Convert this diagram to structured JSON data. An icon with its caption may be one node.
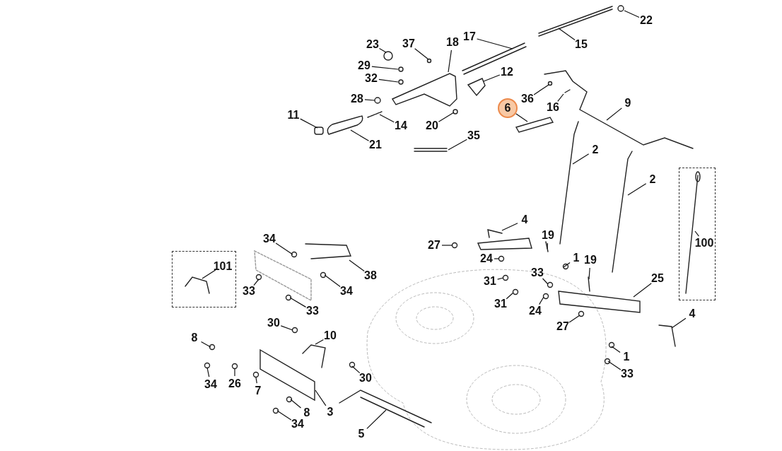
{
  "diagram": {
    "nodes": [
      {
        "text": [
          "22"
        ]
      },
      {
        "text": [
          "23"
        ]
      },
      {
        "text": [
          "37"
        ]
      },
      {
        "text": [
          "18"
        ]
      },
      {
        "text": [
          "17"
        ]
      },
      {
        "text": [
          "15"
        ]
      },
      {
        "text": [
          "12"
        ]
      },
      {
        "text": [
          "29"
        ]
      },
      {
        "text": [
          "32"
        ]
      },
      {
        "text": [
          "28"
        ]
      },
      {
        "text": [
          "36"
        ]
      },
      {
        "text": [
          "16"
        ]
      },
      {
        "text": [
          "9"
        ]
      },
      {
        "text": [
          "6"
        ]
      },
      {
        "text": [
          "11"
        ]
      },
      {
        "text": [
          "14"
        ]
      },
      {
        "text": [
          "20"
        ]
      },
      {
        "text": [
          "21"
        ]
      },
      {
        "text": [
          "35"
        ]
      },
      {
        "text": [
          "2"
        ]
      },
      {
        "text": [
          "2"
        ]
      },
      {
        "text": [
          "4"
        ]
      },
      {
        "text": [
          "19"
        ]
      },
      {
        "text": [
          "34"
        ]
      },
      {
        "text": [
          "27"
        ]
      },
      {
        "text": [
          "1"
        ]
      },
      {
        "text": [
          "19"
        ]
      },
      {
        "text": [],
        "shape": "box"
      },
      {
        "text": [
          "101"
        ],
        "in": 27
      },
      {
        "text": [],
        "shape": "box"
      },
      {
        "text": [
          "100"
        ],
        "in": 29
      },
      {
        "text": [
          "24"
        ]
      },
      {
        "text": [
          "31"
        ]
      },
      {
        "text": [
          "33"
        ]
      },
      {
        "text": [
          "38"
        ]
      },
      {
        "text": [
          "25"
        ]
      },
      {
        "text": [
          "33"
        ]
      },
      {
        "text": [
          "34"
        ]
      },
      {
        "text": [
          "31"
        ]
      },
      {
        "text": [
          "24"
        ]
      },
      {
        "text": [
          "33"
        ]
      },
      {
        "text": [
          "30"
        ]
      },
      {
        "text": [
          "4"
        ]
      },
      {
        "text": [
          "27"
        ]
      },
      {
        "text": [
          "8"
        ]
      },
      {
        "text": [
          "10"
        ]
      },
      {
        "text": [
          "1"
        ]
      },
      {
        "text": [
          "33"
        ]
      },
      {
        "text": [
          "34"
        ]
      },
      {
        "text": [
          "30"
        ]
      },
      {
        "text": [
          "26"
        ]
      },
      {
        "text": [
          "7"
        ]
      },
      {
        "text": [
          "8"
        ]
      },
      {
        "text": [
          "3"
        ]
      },
      {
        "text": [
          "34"
        ]
      },
      {
        "text": [
          "5"
        ]
      }
    ],
    "edges": [
      {
        "from": 0,
        "to": null,
        "arrow": "none"
      },
      {
        "from": 1,
        "to": null,
        "arrow": "none"
      },
      {
        "from": 2,
        "to": null,
        "arrow": "none"
      },
      {
        "from": 3,
        "to": null,
        "arrow": "none"
      },
      {
        "from": 4,
        "to": null,
        "arrow": "none"
      },
      {
        "from": 5,
        "to": null,
        "arrow": "none"
      },
      {
        "from": 6,
        "to": null,
        "arrow": "none"
      },
      {
        "from": 7,
        "to": null,
        "arrow": "none"
      },
      {
        "from": 8,
        "to": null,
        "arrow": "none"
      },
      {
        "from": 9,
        "to": null,
        "arrow": "none"
      },
      {
        "from": 10,
        "to": null,
        "arrow": "none"
      },
      {
        "from": 11,
        "to": null,
        "arrow": "none"
      },
      {
        "from": 12,
        "to": null,
        "arrow": "none"
      },
      {
        "from": 13,
        "to": null,
        "arrow": "none"
      },
      {
        "from": 14,
        "to": null,
        "arrow": "none"
      },
      {
        "from": 15,
        "to": null,
        "arrow": "none"
      },
      {
        "from": 16,
        "to": null,
        "arrow": "none"
      },
      {
        "from": 17,
        "to": null,
        "arrow": "none"
      },
      {
        "from": 18,
        "to": null,
        "arrow": "none"
      },
      {
        "from": 19,
        "to": null,
        "arrow": "none"
      },
      {
        "from": 20,
        "to": null,
        "arrow": "none"
      },
      {
        "from": 21,
        "to": null,
        "arrow": "none"
      },
      {
        "from": 22,
        "to": null,
        "arrow": "none"
      },
      {
        "from": 23,
        "to": null,
        "arrow": "none"
      },
      {
        "from": 24,
        "to": null,
        "arrow": "none"
      },
      {
        "from": 25,
        "to": null,
        "arrow": "none"
      },
      {
        "from": 26,
        "to": null,
        "arrow": "none"
      },
      {
        "from": 28,
        "to": null,
        "arrow": "none"
      },
      {
        "from": 30,
        "to": null,
        "arrow": "none"
      },
      {
        "from": 31,
        "to": null,
        "arrow": "none"
      },
      {
        "from": 32,
        "to": null,
        "arrow": "none"
      },
      {
        "from": 33,
        "to": null,
        "arrow": "none"
      },
      {
        "from": 34,
        "to": null,
        "arrow": "none"
      },
      {
        "from": 35,
        "to": null,
        "arrow": "none"
      },
      {
        "from": 36,
        "to": null,
        "arrow": "none"
      },
      {
        "from": 37,
        "to": null,
        "arrow": "none"
      },
      {
        "from": 38,
        "to": null,
        "arrow": "none"
      },
      {
        "from": 39,
        "to": null,
        "arrow": "none"
      },
      {
        "from": 40,
        "to": null,
        "arrow": "none"
      },
      {
        "from": 41,
        "to": null,
        "arrow": "none"
      },
      {
        "from": 42,
        "to": null,
        "arrow": "none"
      },
      {
        "from": 43,
        "to": null,
        "arrow": "none"
      },
      {
        "from": 44,
        "to": null,
        "arrow": "none"
      },
      {
        "from": 45,
        "to": null,
        "arrow": "none"
      },
      {
        "from": 46,
        "to": null,
        "arrow": "none"
      },
      {
        "from": 47,
        "to": null,
        "arrow": "none"
      },
      {
        "from": 48,
        "to": null,
        "arrow": "none"
      },
      {
        "from": 49,
        "to": null,
        "arrow": "none"
      },
      {
        "from": 50,
        "to": null,
        "arrow": "none"
      },
      {
        "from": 51,
        "to": null,
        "arrow": "none"
      },
      {
        "from": 52,
        "to": null,
        "arrow": "none"
      },
      {
        "from": 53,
        "to": null,
        "arrow": "none"
      },
      {
        "from": 54,
        "to": null,
        "arrow": "none"
      },
      {
        "from": 55,
        "to": null,
        "arrow": "none"
      }
    ]
  }
}
